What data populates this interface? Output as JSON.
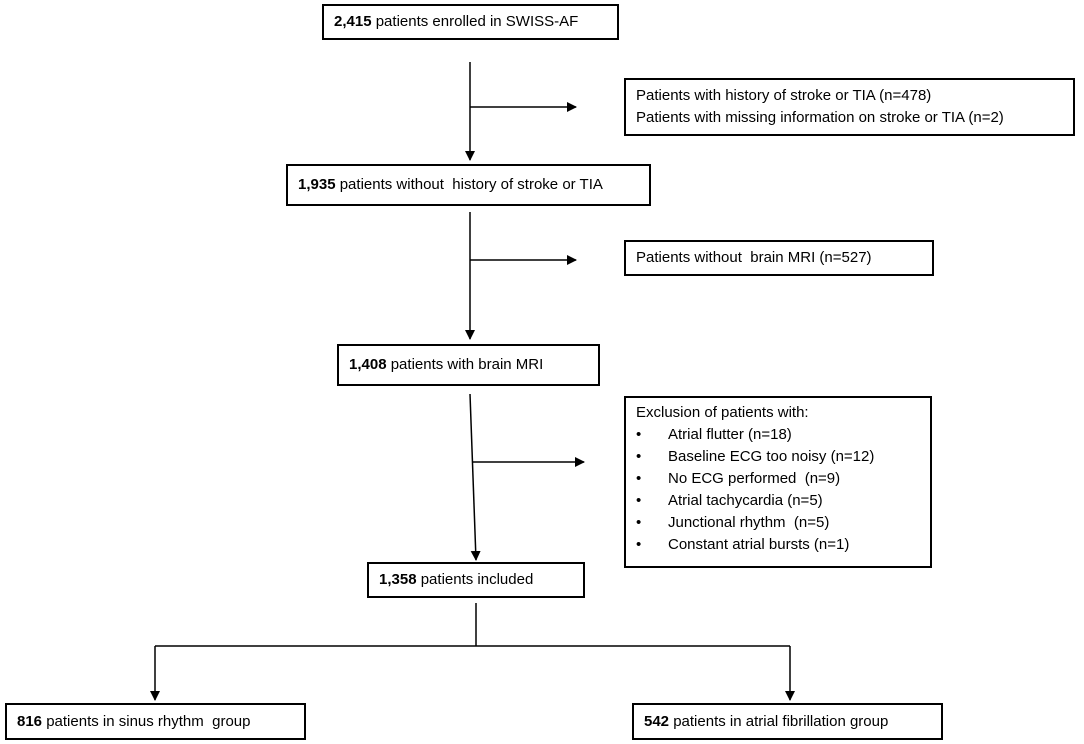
{
  "nodes": {
    "enrolled": {
      "count": "2,415",
      "text": " patients enrolled in SWISS-AF"
    },
    "no_stroke": {
      "count": "1,935",
      "text": " patients without  history of stroke or TIA"
    },
    "brain_mri": {
      "count": "1,408",
      "text": " patients with brain MRI"
    },
    "included": {
      "count": "1,358",
      "text": " patients included"
    },
    "sinus": {
      "count": "816",
      "text": " patients in sinus rhythm  group"
    },
    "af": {
      "count": "542",
      "text": " patients in atrial fibrillation group"
    }
  },
  "exclusions": {
    "stroke": {
      "lines": [
        "Patients with history of stroke or TIA (n=478)",
        "Patients with missing information on stroke or TIA (n=2)"
      ]
    },
    "mri": {
      "text": "Patients without  brain MRI (n=527)"
    },
    "ecg": {
      "header": "Exclusion of patients with:",
      "bullet": "•",
      "items": [
        "Atrial flutter (n=18)",
        "Baseline ECG too noisy (n=12)",
        "No ECG performed  (n=9)",
        "Atrial tachycardia (n=5)",
        "Junctional rhythm  (n=5)",
        "Constant atrial bursts (n=1)"
      ]
    }
  }
}
